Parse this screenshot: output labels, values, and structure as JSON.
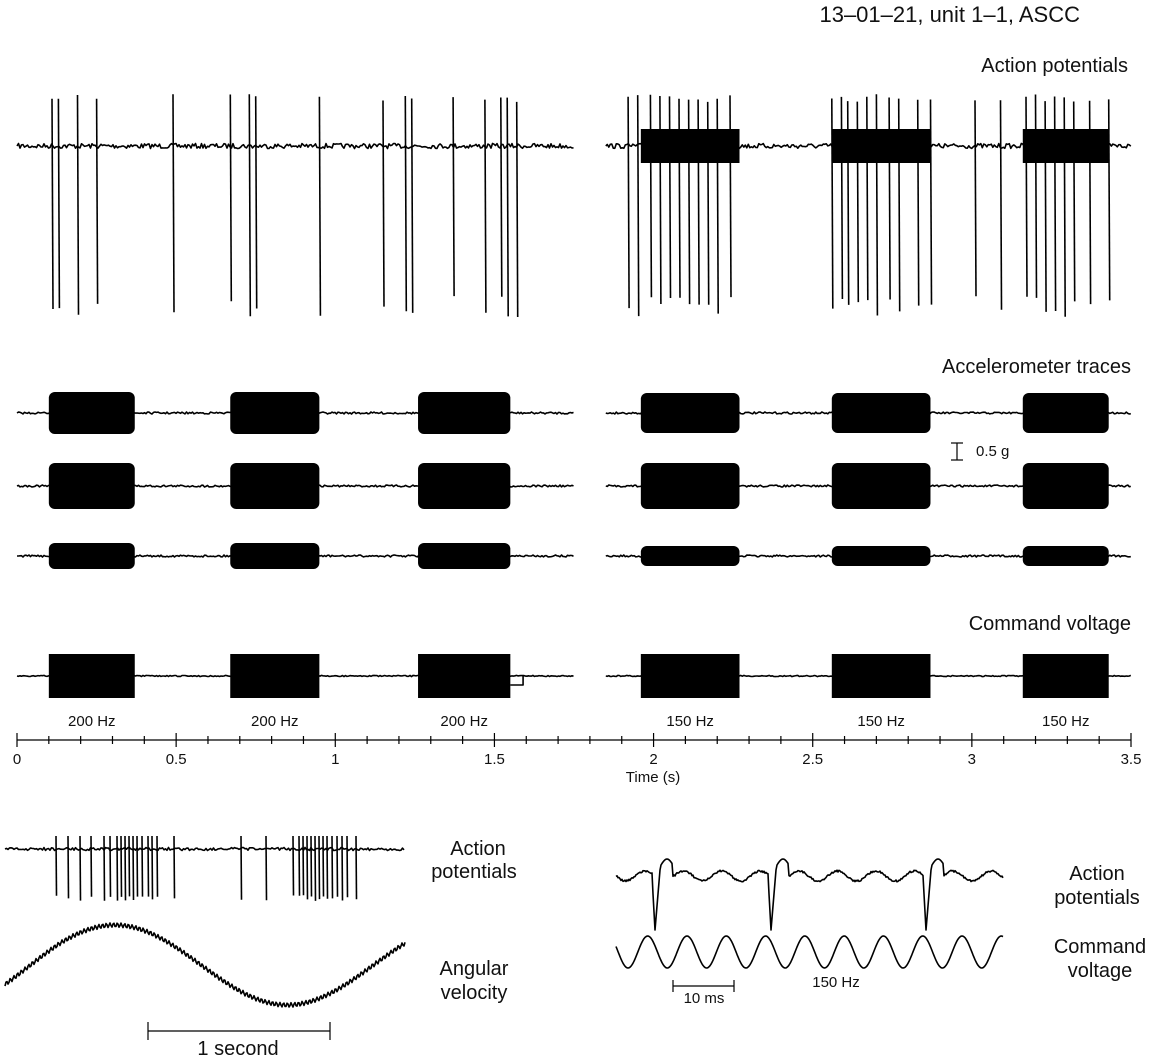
{
  "figure": {
    "title": "13–01–21, unit 1–1, ASCC",
    "panel_labels": {
      "action_potentials": "Action potentials",
      "accelerometer": "Accelerometer traces",
      "command_voltage": "Command voltage"
    },
    "scale_bar_accel": "0.5 g",
    "inset_left": {
      "label_ap_line1": "Action",
      "label_ap_line2": "potentials",
      "label_vel_line1": "Angular",
      "label_vel_line2": "velocity",
      "scale_bar": "1 second"
    },
    "inset_right": {
      "label_ap_line1": "Action",
      "label_ap_line2": "potentials",
      "label_cmd_line1": "Command",
      "label_cmd_line2": "voltage",
      "freq_label": "150 Hz",
      "scale_bar": "10 ms"
    }
  },
  "chart_data": {
    "type": "line",
    "xlabel": "Time (s)",
    "xlim": [
      0,
      3.5
    ],
    "x_ticks": [
      "0",
      "0.5",
      "1",
      "1.5",
      "2",
      "2.5",
      "3",
      "3.5"
    ],
    "segments": [
      [
        0,
        1.75
      ],
      [
        1.85,
        3.5
      ]
    ],
    "stimuli": [
      {
        "label": "200 Hz",
        "start": 0.1,
        "end": 0.37
      },
      {
        "label": "200 Hz",
        "start": 0.67,
        "end": 0.95
      },
      {
        "label": "200 Hz",
        "start": 1.26,
        "end": 1.55
      },
      {
        "label": "150 Hz",
        "start": 1.96,
        "end": 2.27
      },
      {
        "label": "150 Hz",
        "start": 2.56,
        "end": 2.87
      },
      {
        "label": "150 Hz",
        "start": 3.16,
        "end": 3.43
      }
    ],
    "spike_times": [
      0.11,
      0.13,
      0.19,
      0.25,
      0.49,
      0.67,
      0.73,
      0.75,
      0.95,
      1.15,
      1.24,
      1.22,
      1.37,
      1.47,
      1.52,
      1.54,
      1.57,
      1.92,
      1.95,
      1.99,
      2.02,
      2.05,
      2.08,
      2.11,
      2.14,
      2.17,
      2.2,
      2.24,
      2.56,
      2.59,
      2.61,
      2.64,
      2.67,
      2.7,
      2.74,
      2.77,
      2.83,
      2.87,
      3.01,
      3.09,
      3.17,
      3.2,
      3.23,
      3.26,
      3.29,
      3.32,
      3.37,
      3.43
    ]
  }
}
